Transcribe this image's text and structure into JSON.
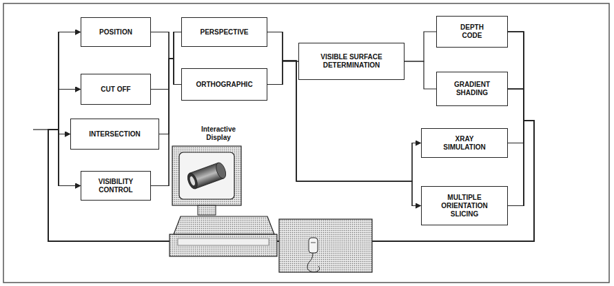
{
  "diagram": {
    "nodes": [
      {
        "text": [
          "POSITION"
        ]
      },
      {
        "text": [
          "CUT OFF"
        ]
      },
      {
        "text": [
          "INTERSECTION"
        ]
      },
      {
        "text": [
          "VISIBILITY CONTROL"
        ]
      },
      {
        "text": [
          "PERSPECTIVE"
        ]
      },
      {
        "text": [
          "ORTHOGRAPHIC"
        ]
      },
      {
        "text": [
          "VISIBLE SURFACE DETERMINATION"
        ]
      },
      {
        "text": [
          "DEPTH CODE"
        ]
      },
      {
        "text": [
          "GRADIENT SHADING"
        ]
      },
      {
        "text": [
          "XRAY SIMULATION"
        ]
      },
      {
        "text": [
          "MULTIPLE ORIENTATION SLICING"
        ]
      }
    ],
    "edges": [
      {
        "from": 0,
        "to": 4,
        "arrow": "none"
      },
      {
        "from": 0,
        "to": 5,
        "arrow": "none"
      },
      {
        "from": 1,
        "to": 4,
        "arrow": "none"
      },
      {
        "from": 1,
        "to": 5,
        "arrow": "none"
      },
      {
        "from": 2,
        "to": 4,
        "arrow": "none"
      },
      {
        "from": 2,
        "to": 5,
        "arrow": "none"
      },
      {
        "from": 3,
        "to": 4,
        "arrow": "none"
      },
      {
        "from": 3,
        "to": 5,
        "arrow": "none"
      },
      {
        "from": 4,
        "to": 6,
        "arrow": "none"
      },
      {
        "from": 5,
        "to": 6,
        "arrow": "none"
      },
      {
        "from": 4,
        "to": 9,
        "arrow": "to"
      },
      {
        "from": 4,
        "to": 10,
        "arrow": "to"
      },
      {
        "from": 5,
        "to": 9,
        "arrow": "to"
      },
      {
        "from": 5,
        "to": 10,
        "arrow": "to"
      },
      {
        "from": 6,
        "to": 7,
        "arrow": "none"
      },
      {
        "from": 6,
        "to": 8,
        "arrow": "none"
      },
      {
        "from": 7,
        "to": 0,
        "arrow": "to"
      },
      {
        "from": 7,
        "to": 1,
        "arrow": "to"
      },
      {
        "from": 7,
        "to": 2,
        "arrow": "to"
      },
      {
        "from": 7,
        "to": 3,
        "arrow": "to"
      },
      {
        "from": 8,
        "to": 0,
        "arrow": "to"
      },
      {
        "from": 8,
        "to": 1,
        "arrow": "to"
      },
      {
        "from": 8,
        "to": 2,
        "arrow": "to"
      },
      {
        "from": 8,
        "to": 3,
        "arrow": "to"
      },
      {
        "from": 9,
        "to": 0,
        "arrow": "to"
      },
      {
        "from": 9,
        "to": 1,
        "arrow": "to"
      },
      {
        "from": 9,
        "to": 2,
        "arrow": "to"
      },
      {
        "from": 9,
        "to": 3,
        "arrow": "to"
      },
      {
        "from": 10,
        "to": 0,
        "arrow": "to"
      },
      {
        "from": 10,
        "to": 1,
        "arrow": "to"
      },
      {
        "from": 10,
        "to": 2,
        "arrow": "to"
      },
      {
        "from": 10,
        "to": 3,
        "arrow": "to"
      }
    ],
    "labels": [
      "Interactive Display"
    ]
  }
}
